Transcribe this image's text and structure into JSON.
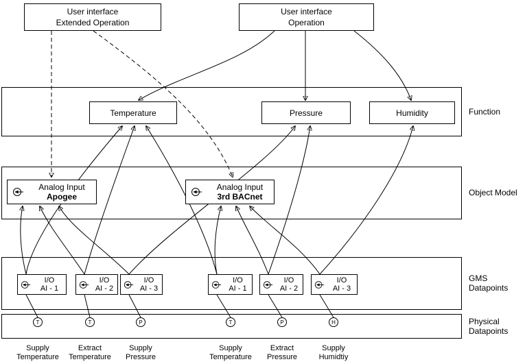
{
  "top_boxes": {
    "extended": {
      "line1": "User interface",
      "line2": "Extended Operation"
    },
    "operation": {
      "line1": "User interface",
      "line2": "Operation"
    }
  },
  "function_layer": {
    "label": "Function",
    "temperature": "Temperature",
    "pressure": "Pressure",
    "humidity": "Humidity"
  },
  "object_model_layer": {
    "label": "Object Model",
    "apogee": {
      "line1": "Analog Input",
      "line2": "Apogee"
    },
    "bacnet": {
      "line1": "Analog Input",
      "line2": "3rd BACnet"
    }
  },
  "gms_layer": {
    "label_line1": "GMS",
    "label_line2": "Datapoints",
    "points": [
      {
        "line1": "I/O",
        "line2": "AI - 1"
      },
      {
        "line1": "I/O",
        "line2": "AI - 2"
      },
      {
        "line1": "I/O",
        "line2": "AI - 3"
      },
      {
        "line1": "I/O",
        "line2": "AI - 1"
      },
      {
        "line1": "I/O",
        "line2": "AI - 2"
      },
      {
        "line1": "I/O",
        "line2": "AI - 3"
      }
    ]
  },
  "physical_layer": {
    "label_line1": "Physical",
    "label_line2": "Datapoints",
    "sensors": [
      {
        "letter": "T",
        "label_line1": "Supply",
        "label_line2": "Temperature"
      },
      {
        "letter": "T",
        "label_line1": "Extract",
        "label_line2": "Temperature"
      },
      {
        "letter": "P",
        "label_line1": "Supply",
        "label_line2": "Pressure"
      },
      {
        "letter": "T",
        "label_line1": "Supply",
        "label_line2": "Temperature"
      },
      {
        "letter": "P",
        "label_line1": "Extract",
        "label_line2": "Pressure"
      },
      {
        "letter": "H",
        "label_line1": "Supply",
        "label_line2": "Humidtiy"
      }
    ]
  },
  "colors": {
    "line": "#000000",
    "background": "#ffffff"
  }
}
